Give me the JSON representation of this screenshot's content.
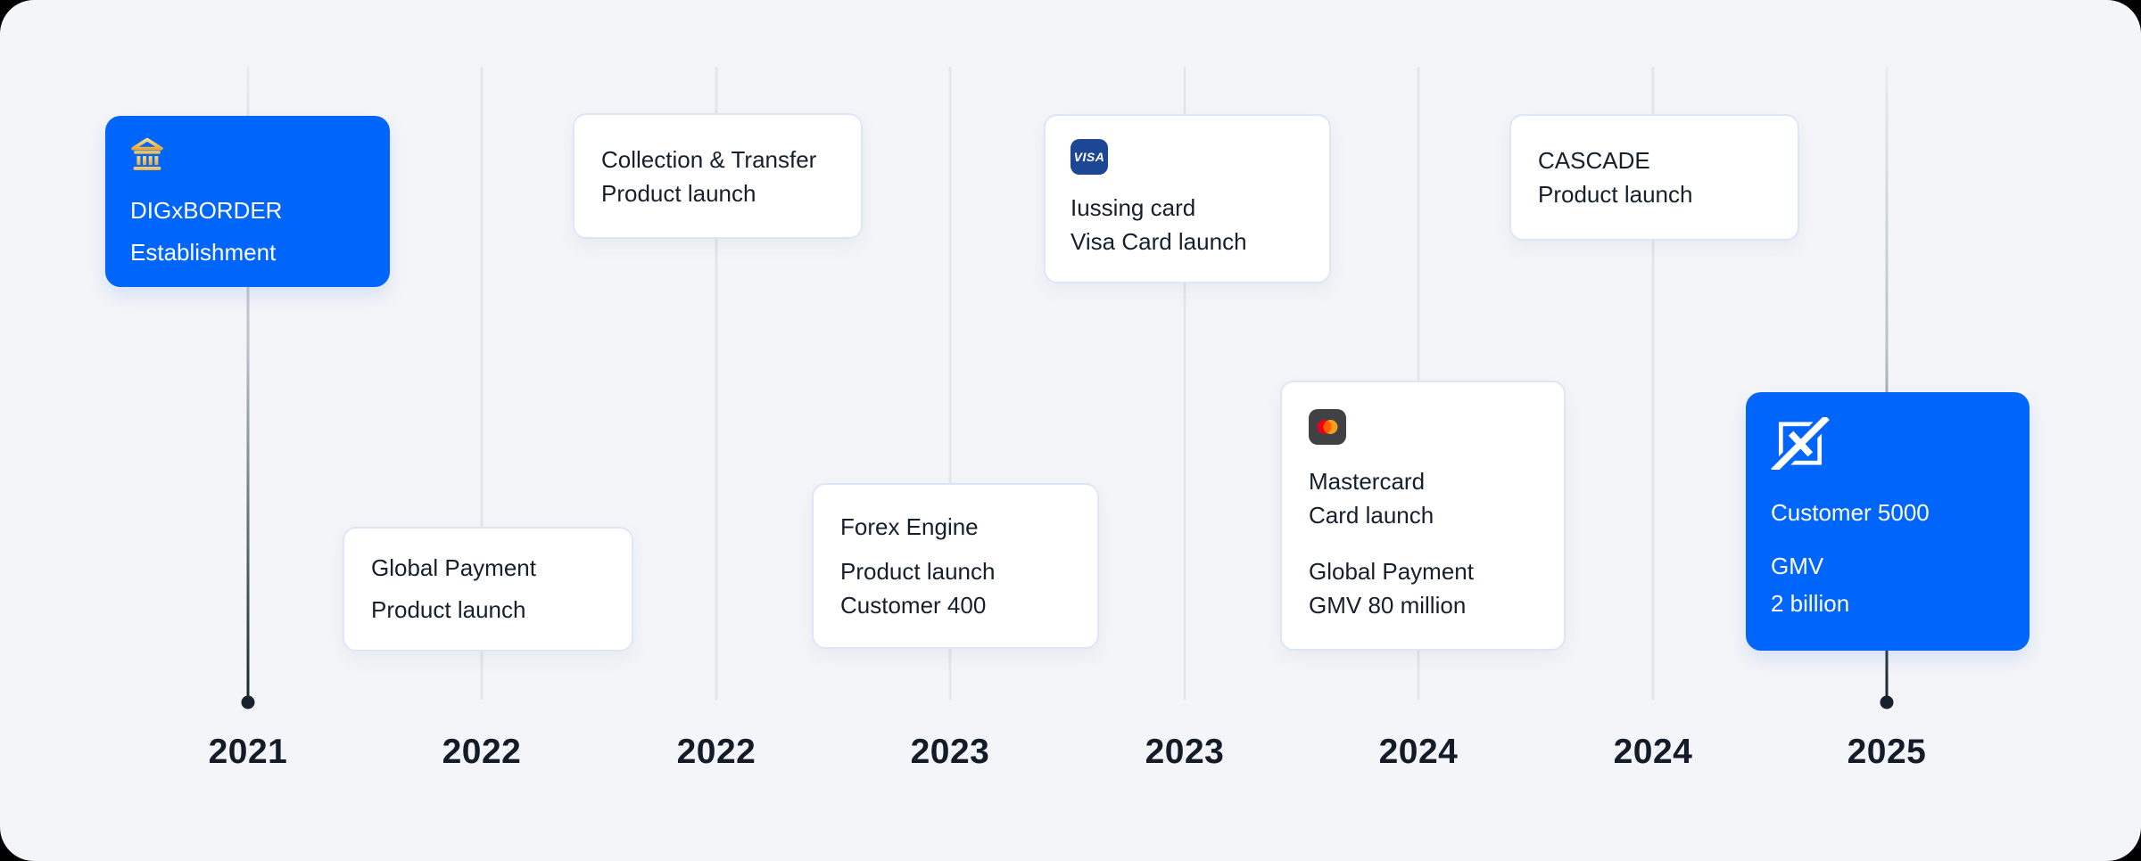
{
  "page": {
    "background": "#f4f5f8",
    "outside_background": "#000000",
    "accent_blue": "#0066fb",
    "text_dark": "#16202c",
    "line_light": "#e3e6ea",
    "line_dark": "#1c2631",
    "card_border": "#dde6f8"
  },
  "timeline": {
    "years": [
      "2021",
      "2022",
      "2022",
      "2023",
      "2023",
      "2024",
      "2024",
      "2025"
    ],
    "dot_columns": [
      0,
      7
    ]
  },
  "icons": {
    "visa_label": "VISA",
    "bank_gold": "#edab3f",
    "visa_tile_blue": "#1d4695",
    "mastercard_tile_gray": "#404145",
    "mastercard_red": "#EB001B",
    "mastercard_orange": "#F79E1B",
    "mastercard_overlap": "#FF5F00"
  },
  "cards": [
    {
      "id": "digxborder-establishment",
      "style": "blue",
      "year": "2021",
      "icon": "bank-icon",
      "lines": [
        "DIGxBORDER",
        "Establishment"
      ]
    },
    {
      "id": "global-payment-product-launch",
      "style": "white",
      "year": "2022",
      "lines": [
        "Global Payment",
        "Product launch"
      ]
    },
    {
      "id": "collection-transfer-product-launch",
      "style": "white",
      "year": "2022",
      "lines": [
        "Collection & Transfer",
        "Product launch"
      ]
    },
    {
      "id": "forex-engine",
      "style": "white",
      "year": "2023",
      "lines": [
        "Forex Engine",
        "Product launch",
        "Customer 400"
      ]
    },
    {
      "id": "visa-card-launch",
      "style": "white",
      "year": "2023",
      "icon": "visa-logo-icon",
      "lines": [
        "Iussing card",
        "Visa Card launch"
      ]
    },
    {
      "id": "mastercard-card-launch",
      "style": "white",
      "year": "2024",
      "icon": "mastercard-logo-icon",
      "lines": [
        "Mastercard",
        "Card launch",
        "Global Payment",
        "GMV 80 million"
      ]
    },
    {
      "id": "cascade-product-launch",
      "style": "white",
      "year": "2024",
      "lines": [
        "CASCADE",
        "Product launch"
      ]
    },
    {
      "id": "customer-5000-gmv",
      "style": "blue",
      "year": "2025",
      "icon": "digxborder-x-logo-icon",
      "lines": [
        "Customer 5000",
        "GMV",
        "2 billion"
      ]
    }
  ]
}
